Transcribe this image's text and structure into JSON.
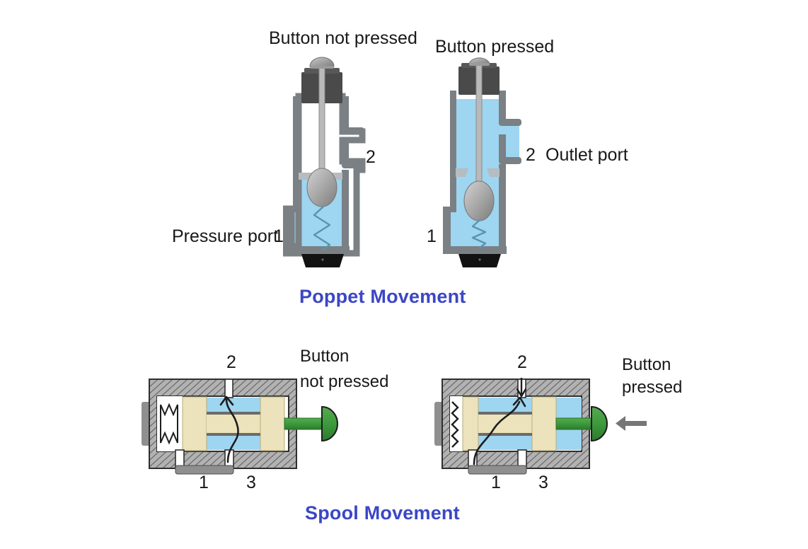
{
  "figure": {
    "title_poppet": "Poppet Movement",
    "title_spool": "Spool Movement"
  },
  "poppet": {
    "caption": "Poppet Movement",
    "left": {
      "state_label": "Button not pressed",
      "pressure_port_label": "Pressure port",
      "pressure_port_number": "1",
      "outlet_port_number": "2",
      "state": "closed",
      "description": "Poppet seated on seat, spring extended, fluid confined to lower chamber"
    },
    "right": {
      "state_label": "Button pressed",
      "outlet_port_number": "2",
      "outlet_port_label": "Outlet port",
      "pressure_port_number": "1",
      "state": "open",
      "description": "Poppet pushed off seat, spring compressed, fluid fills chamber to outlet"
    }
  },
  "spool": {
    "caption": "Spool Movement",
    "left": {
      "state_label_line1": "Button",
      "state_label_line2": "not pressed",
      "port_top": "2",
      "port_bottom_left": "1",
      "port_bottom_right": "3",
      "state": "spring-returned",
      "description": "Spool held right by extended spring, port 2 connected to port 3"
    },
    "right": {
      "state_label_line1": "Button",
      "state_label_line2": "pressed",
      "port_top": "2",
      "port_bottom_left": "1",
      "port_bottom_right": "3",
      "state": "actuated",
      "description": "Spool shifted left, spring compressed, port 1 connected to port 2"
    }
  },
  "colors": {
    "caption_blue": "#3b47c4",
    "fluid_blue": "#9ed5f0",
    "body_gray": "#7a8084",
    "dark_cap": "#4a4a4a",
    "knob_gray": "#9a9a9a",
    "spool_land": "#ece2bb",
    "actuator_green": "#3c9a3c",
    "hatch_gray": "#9c9c9c",
    "arrow_gray": "#767676",
    "text_black": "#181818"
  },
  "icons": {
    "push_button": "mushroom-knob-icon",
    "spring": "coil-spring-icon",
    "flow_arrow": "flow-path-arrow-icon",
    "force_arrow": "left-force-arrow-icon"
  }
}
